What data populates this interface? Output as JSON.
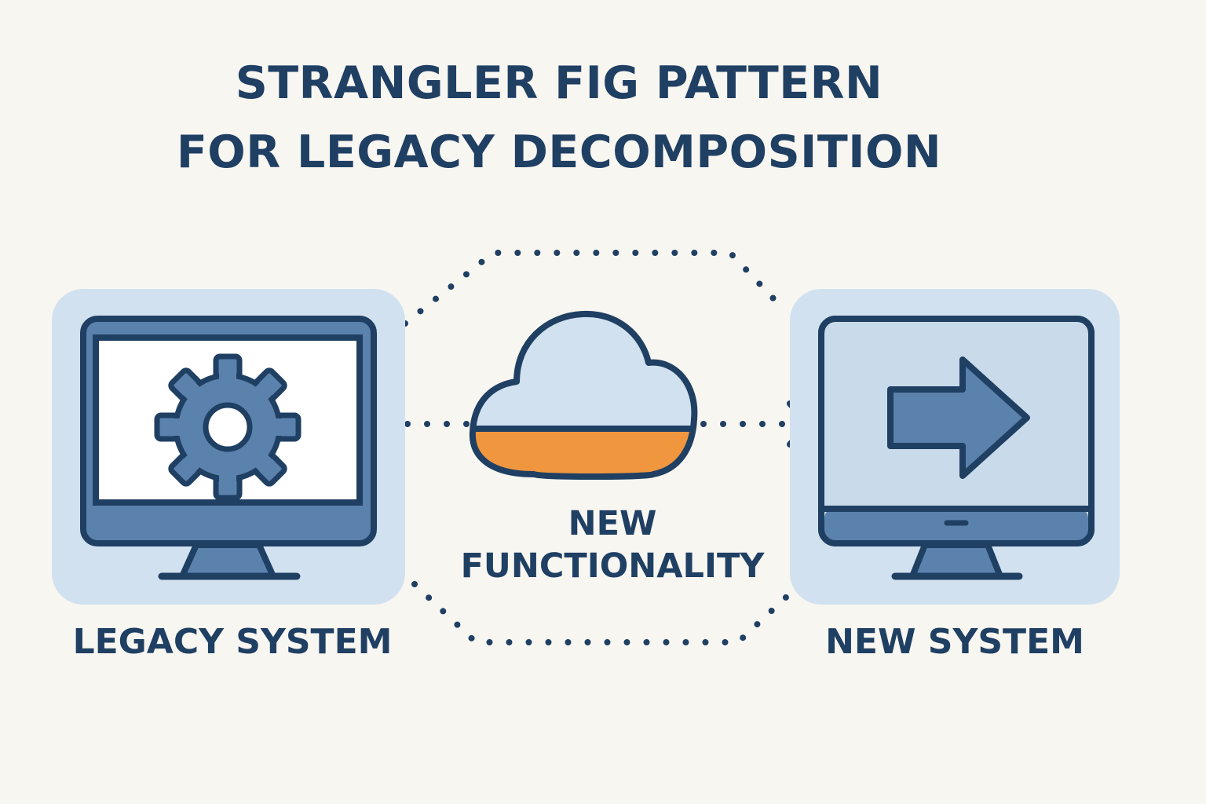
{
  "title": {
    "line1": "STRANGLER FIG PATTERN",
    "line2": "FOR LEGACY DECOMPOSITION"
  },
  "nodes": {
    "legacy": {
      "label": "LEGACY SYSTEM",
      "icon": "gear-icon"
    },
    "new_functionality": {
      "label_line1": "NEW",
      "label_line2": "FUNCTIONALITY",
      "icon": "cloud-icon"
    },
    "new_system": {
      "label": "NEW SYSTEM",
      "icon": "arrow-right-icon"
    }
  },
  "colors": {
    "navy": "#1f3f63",
    "steel_blue": "#5b82ac",
    "light_blue": "#c9dbea",
    "card_blue": "#d1e1ef",
    "orange": "#f0963f",
    "background": "#f8f6f1"
  }
}
